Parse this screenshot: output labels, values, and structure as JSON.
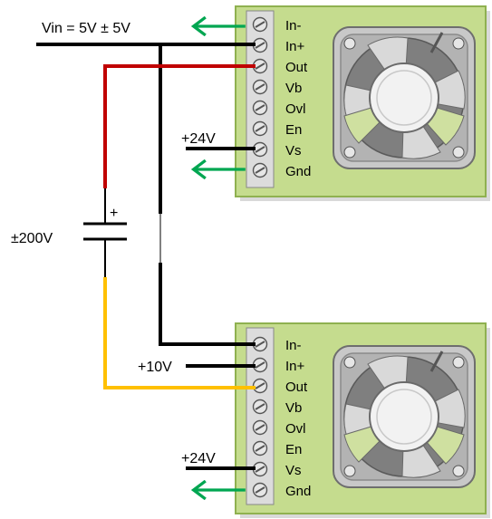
{
  "labels": {
    "vin": "Vin = 5V ± 5V",
    "cap_voltage": "±200V",
    "cap_plus": "+",
    "top_vs_supply": "+24V",
    "bottom_in_plus_supply": "+10V",
    "bottom_vs_supply": "+24V"
  },
  "pins": [
    "In-",
    "In+",
    "Out",
    "Vb",
    "Ovl",
    "En",
    "Vs",
    "Gnd"
  ],
  "modules": [
    {
      "name": "top-amplifier-module"
    },
    {
      "name": "bottom-amplifier-module"
    }
  ],
  "icons": {
    "terminal_screw": "screw-terminal-icon",
    "fan": "cooling-fan-icon",
    "ground_arrow": "ground-arrow-icon"
  },
  "colors": {
    "board_fill": "#c5dc8e",
    "board_edge": "#8fb150",
    "board_shadow": "#d9d9d9",
    "wire_black": "#000000",
    "wire_red": "#c00000",
    "wire_yellow": "#ffc000",
    "arrow_green": "#00a651",
    "fan_gray": "#9a9a9a"
  }
}
